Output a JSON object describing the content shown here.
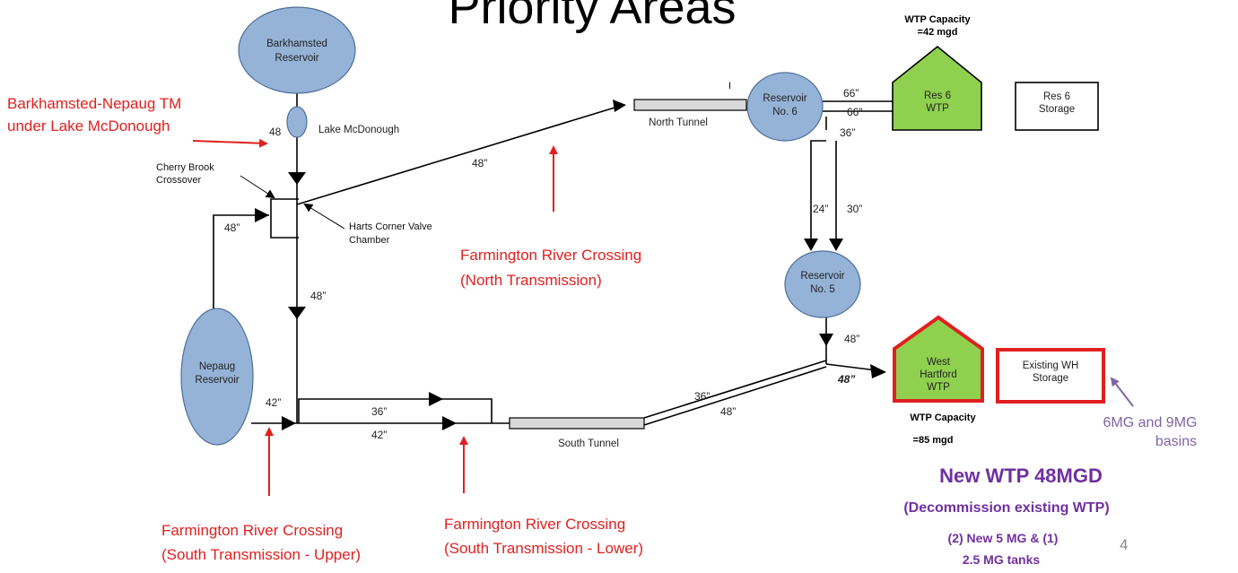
{
  "title": "Priority Areas",
  "page_number": "4",
  "colors": {
    "reservoir_fill": "#95b3d7",
    "reservoir_stroke": "#4f6f99",
    "wtp_fill": "#8fd14f",
    "highlight_red": "#e02020",
    "purple": "#7030a0",
    "lilac": "#8064a2",
    "tunnel_fill": "#d9d9d9"
  },
  "nodes": {
    "barkhamsted": [
      "Barkhamsted",
      "Reservoir"
    ],
    "lake_mcdonough": "Lake McDonough",
    "nepaug": [
      "Nepaug",
      "Reservoir"
    ],
    "reservoir6": [
      "Reservoir",
      "No. 6"
    ],
    "reservoir5": [
      "Reservoir",
      "No. 5"
    ],
    "res6_wtp": [
      "Res 6",
      "WTP"
    ],
    "res6_storage": [
      "Res 6",
      "Storage"
    ],
    "west_hartford_wtp": [
      "West",
      "Hartford",
      "WTP"
    ],
    "existing_wh_storage": [
      "Existing WH",
      "Storage"
    ],
    "north_tunnel": "North Tunnel",
    "south_tunnel": "South Tunnel",
    "cherry_brook": [
      "Cherry Brook",
      "Crossover"
    ],
    "harts_corner": [
      "Harts Corner Valve",
      "Chamber"
    ],
    "tunnel_tick": "I"
  },
  "pipe_labels": {
    "lake_48": "48",
    "north_48": "48”",
    "loop_48": "48”",
    "main_48": "48”",
    "south_42_left": "42”",
    "south_36": "36”",
    "south_42": "42”",
    "diag_36": "36”",
    "diag_48": "48”",
    "res6_66_top": "66”",
    "res6_66_bottom": "66”",
    "res6_36": "36”",
    "res5_24": "24”",
    "res5_30": "30”",
    "res5_48": "48”",
    "wh_48": "48”"
  },
  "capacities": {
    "res6_title": "WTP Capacity",
    "res6_value": "=42 mgd",
    "wh_title": "WTP Capacity",
    "wh_value": "=85 mgd"
  },
  "annotations": {
    "barkhamsted_tm": [
      "Barkhamsted-Nepaug TM",
      "under Lake McDonough"
    ],
    "north_crossing": [
      "Farmington River Crossing",
      "(North Transmission)"
    ],
    "south_upper": [
      "Farmington River Crossing",
      "(South Transmission - Upper)"
    ],
    "south_lower": [
      "Farmington River Crossing",
      "(South Transmission - Lower)"
    ],
    "basins": [
      "6MG and 9MG",
      "basins"
    ],
    "new_wtp": "New WTP 48MGD",
    "decommission": "(Decommission existing WTP)",
    "tanks": [
      "(2) New 5 MG & (1)",
      "2.5 MG tanks"
    ]
  }
}
